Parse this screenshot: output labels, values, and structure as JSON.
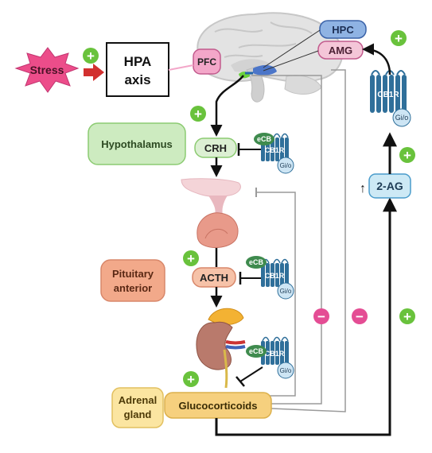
{
  "labels": {
    "stress": "Stress",
    "hpa_line1": "HPA",
    "hpa_line2": "axis",
    "pfc": "PFC",
    "hpc": "HPC",
    "amg": "AMG",
    "hypothalamus": "Hypothalamus",
    "crh": "CRH",
    "pituitary_line1": "Pituitary",
    "pituitary_line2": "anterior",
    "acth": "ACTH",
    "adrenal_line1": "Adrenal",
    "adrenal_line2": "gland",
    "glucocorticoids": "Glucocorticoids",
    "two_ag": "2-AG",
    "up_arrow": "↑",
    "ecb": "eCB",
    "cb1r": "CB1R",
    "gio": "Gi/o",
    "plus": "+",
    "minus": "−"
  },
  "colors": {
    "stress_fill": "#ec4d8a",
    "stress_arrow": "#d2302f",
    "plus_green": "#69c23c",
    "minus_pink": "#e44d94",
    "hypothalamus_box": "#cdebc0",
    "pituitary_box": "#f2a98a",
    "adrenal_box": "#fbe5a1",
    "gluco_box": "#f6d07e",
    "crh_box": "#dcefd3",
    "acth_box": "#f6c2a8",
    "two_ag_box": "#cde9f5",
    "hpc_box": "#8fb3e3",
    "amg_box": "#f4c6d8",
    "pfc_box": "#f3a7c9",
    "receptor_blue": "#2f6f9a",
    "ecb_green": "#3f8b4e",
    "gio_bubble": "#cde5f4"
  }
}
